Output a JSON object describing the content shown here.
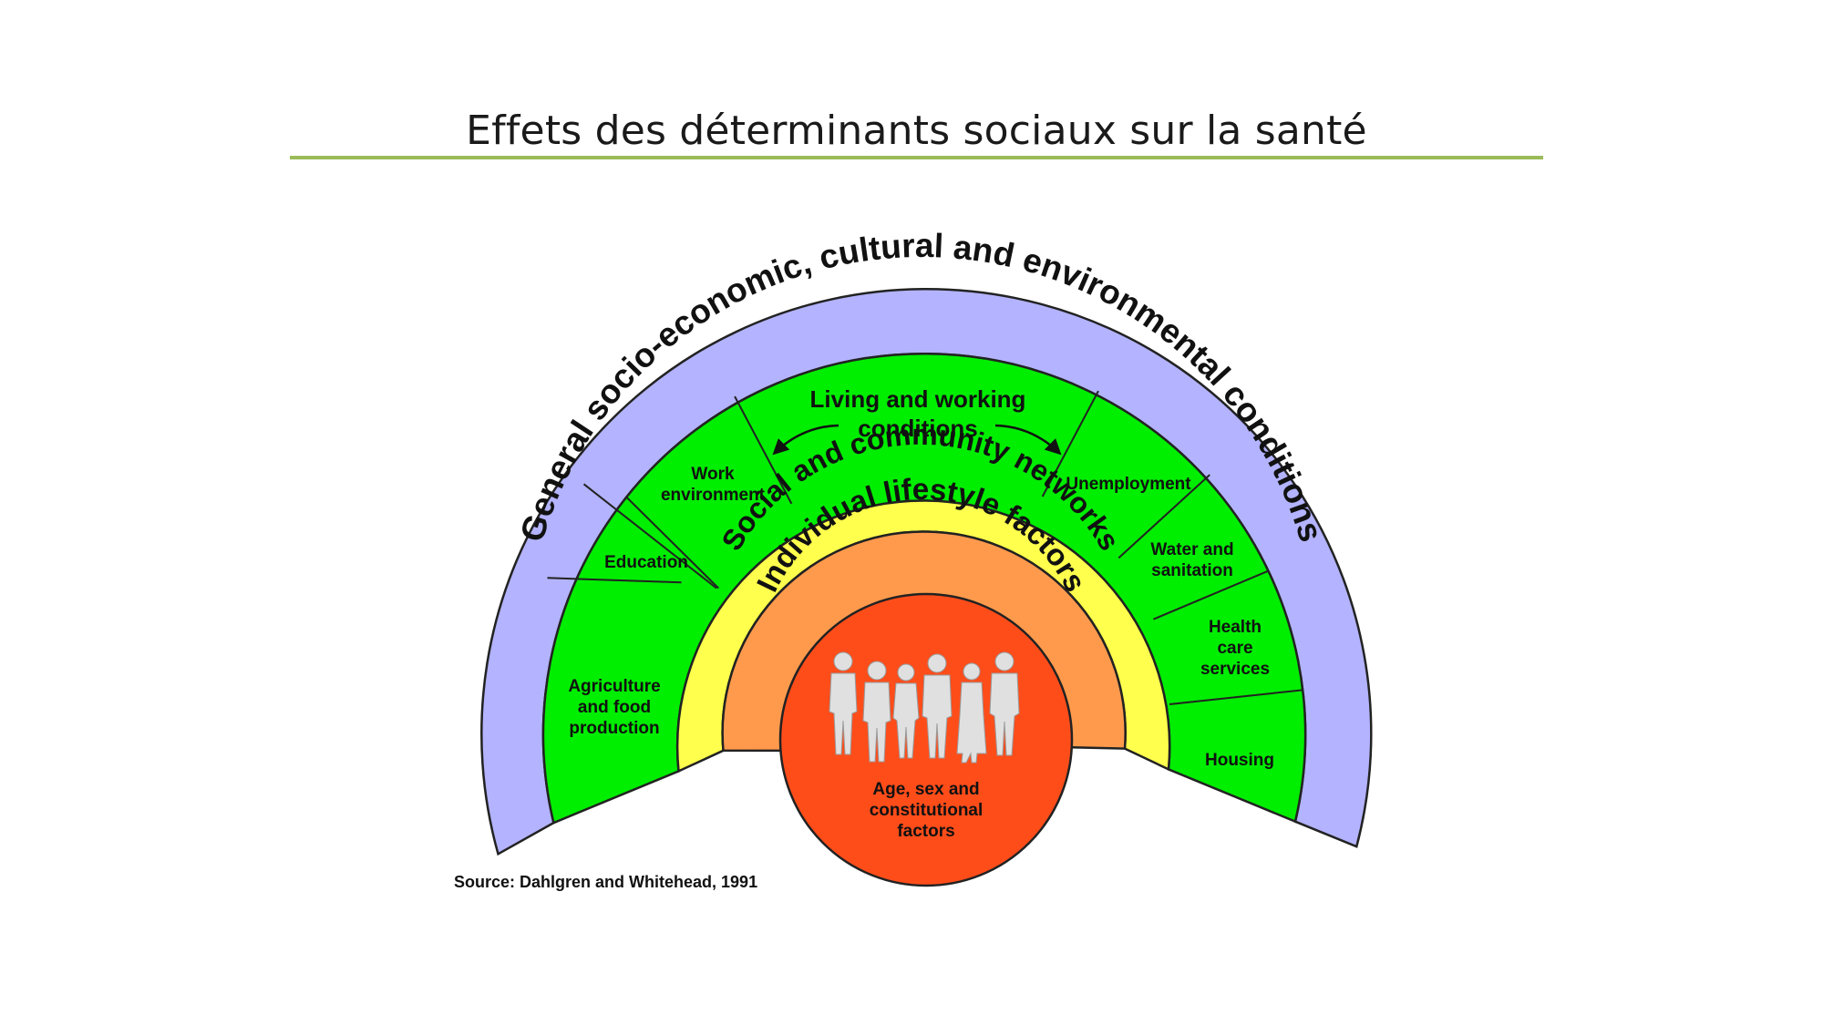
{
  "slide": {
    "title": "Effets des déterminants sociaux sur la santé"
  },
  "diagram": {
    "outer_band": "General socio-economic, cultural and environmental conditions",
    "living_working": [
      "Living and working",
      "conditions"
    ],
    "left_sectors": [
      [
        "Work",
        "environment"
      ],
      [
        "Education"
      ],
      [
        "Agriculture",
        "and food",
        "production"
      ]
    ],
    "right_sectors": [
      [
        "Unemployment"
      ],
      [
        "Water and",
        "sanitation"
      ],
      [
        "Health",
        "care",
        "services"
      ],
      [
        "Housing"
      ]
    ],
    "social_band": "Social and community networks",
    "lifestyle_band": "Individual lifestyle factors",
    "core": [
      "Age, sex and",
      "constitutional",
      "factors"
    ],
    "colors": {
      "outer": "#b3b3ff",
      "living": "#00ee00",
      "social": "#ffff4d",
      "lifestyle": "#ff9a4d",
      "core": "#ff4d1a",
      "people": "#e0e0e0",
      "title_rule": "#9bbb59"
    },
    "people_icon": "group-of-people-silhouettes-icon"
  },
  "source": "Source: Dahlgren and Whitehead, 1991"
}
